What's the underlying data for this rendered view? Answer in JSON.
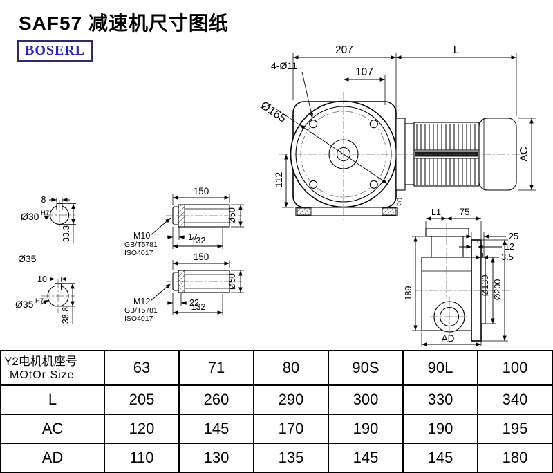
{
  "page": {
    "title": "SAF57 减速机尺寸图纸",
    "logo_text": "BOSERL"
  },
  "dims": {
    "main": {
      "w_gear": "207",
      "len_motor": "L",
      "w_inner": "107",
      "bolt_holes": "4-Ø11",
      "flange_dia": "Ø165",
      "h_center": "112",
      "motor_dia": "AC",
      "foot": "20"
    },
    "shaft30": {
      "key_w": "8",
      "bore": "Ø30",
      "bore_tol": "H7",
      "key_h": "33.3"
    },
    "shaft35": {
      "label": "Ø35",
      "key_w": "10",
      "bore": "Ø35",
      "bore_tol": "H7",
      "key_h": "38.8"
    },
    "shaft_a": {
      "len": "150",
      "thread": "M10",
      "std1": "GB/T5781",
      "std2": "ISO4017",
      "d1": "17",
      "d2": "132",
      "dia": "Ø50"
    },
    "shaft_b": {
      "len": "150",
      "thread": "M12",
      "std1": "GB/T5781",
      "std2": "ISO4017",
      "d1": "22",
      "d2": "132",
      "dia": "Ø50"
    },
    "side": {
      "l1": "L1",
      "d75": "75",
      "d25": "25",
      "d12": "12",
      "d35": "3.5",
      "h189": "189",
      "dia130": "Ø130",
      "dia200": "Ø200",
      "ad": "AD"
    }
  },
  "table": {
    "motor_label_cn": "Y2电机机座号",
    "motor_label_en": "MOtOr Size",
    "motor_sizes": [
      "63",
      "71",
      "80",
      "90S",
      "90L",
      "100"
    ],
    "rows": [
      {
        "label": "L",
        "values": [
          "205",
          "260",
          "290",
          "300",
          "330",
          "340"
        ]
      },
      {
        "label": "AC",
        "values": [
          "120",
          "145",
          "170",
          "190",
          "190",
          "195"
        ]
      },
      {
        "label": "AD",
        "values": [
          "110",
          "130",
          "135",
          "145",
          "145",
          "180"
        ]
      }
    ]
  }
}
